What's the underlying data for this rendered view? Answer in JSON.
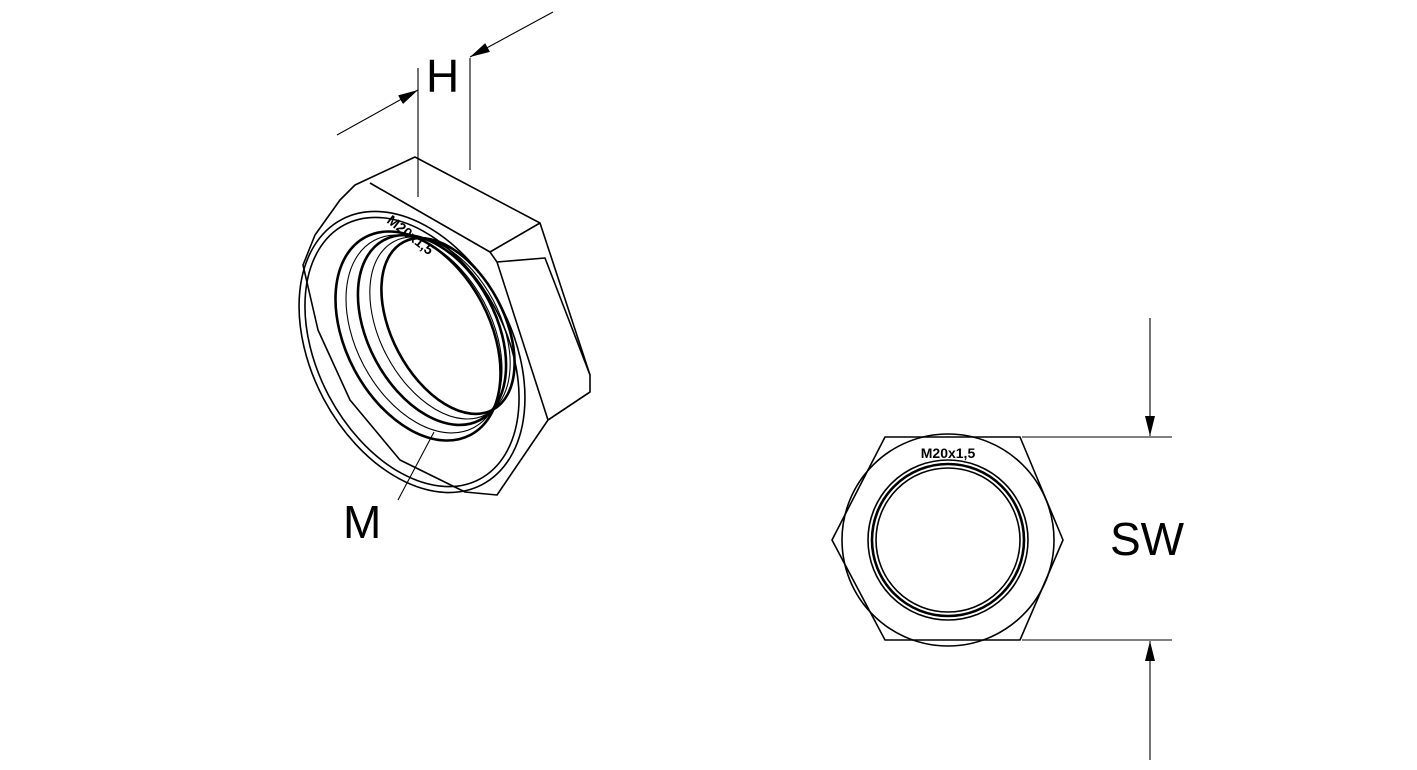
{
  "labels": {
    "height": "H",
    "thread": "M",
    "wrench_size": "SW"
  },
  "nut_marking": "M20x1,5",
  "colors": {
    "line": "#000000",
    "background": "#ffffff"
  }
}
